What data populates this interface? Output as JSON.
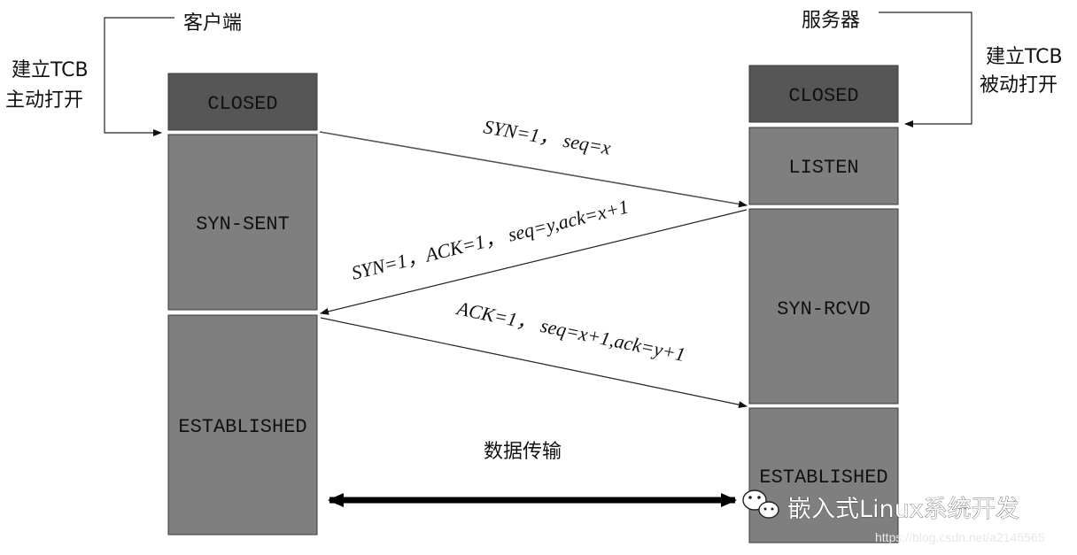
{
  "client": {
    "title": "客户端",
    "open_line1": "建立TCB",
    "open_line2": "主动打开",
    "states": [
      "CLOSED",
      "SYN-SENT",
      "ESTABLISHED"
    ]
  },
  "server": {
    "title": "服务器",
    "open_line1": "建立TCB",
    "open_line2": "被动打开",
    "states": [
      "CLOSED",
      "LISTEN",
      "SYN-RCVD",
      "ESTABLISHED"
    ]
  },
  "messages": [
    "SYN=1， seq=x",
    "SYN=1，ACK=1， seq=y,ack=x+1",
    "ACK=1， seq=x+1,ack=y+1"
  ],
  "data_transfer_label": "数据传输",
  "watermark": {
    "text": "嵌入式Linux系统开发",
    "url": "https://blog.csdn.net/a2145565"
  },
  "colors": {
    "closed_box": "#565656",
    "state_box": "#7f7f7f",
    "box_border": "#3a3a3a",
    "text": "#111111"
  }
}
